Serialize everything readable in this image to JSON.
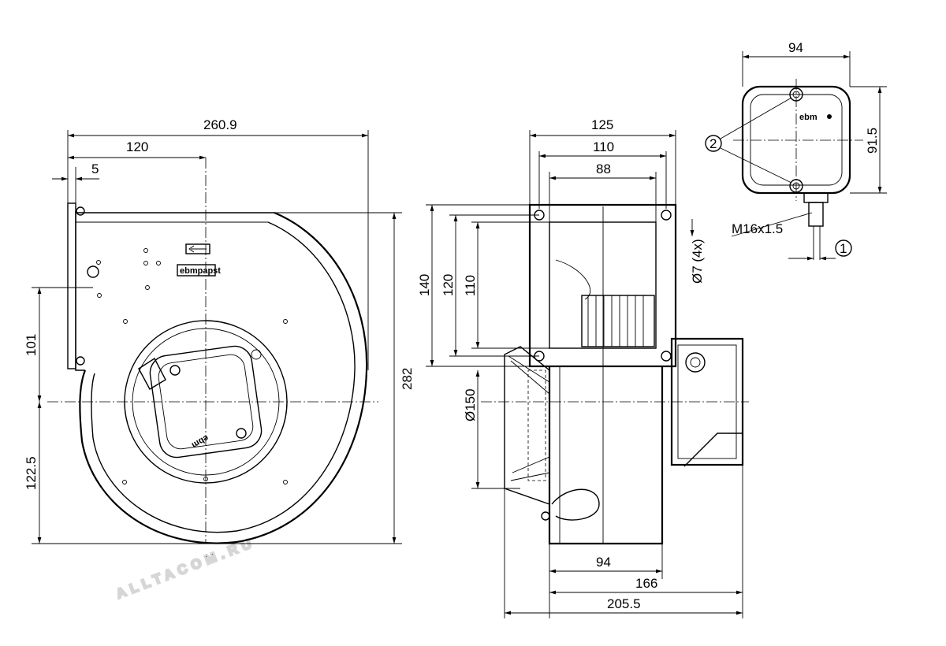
{
  "dimensions": {
    "overall_width": "260.9",
    "center_offset": "120",
    "flange_offset": "5",
    "upper_height": "101",
    "lower_height": "122.5",
    "overall_height": "282",
    "side_width": "125",
    "side_inner_width": "110",
    "side_opening_width": "88",
    "flange_height": "140",
    "flange_inner_height": "120",
    "opening_height": "110",
    "inlet_diameter": "Ø150",
    "hole_spec": "Ø7 (4x)",
    "housing_depth": "94",
    "depth_with_box": "166",
    "total_depth": "205.5",
    "box_width": "94",
    "box_height": "91.5",
    "cable_gland": "M16x1.5"
  },
  "callouts": {
    "item1": "1",
    "item2": "2"
  },
  "labels": {
    "nameplate": "ebmpapst",
    "box_logo": "ebm",
    "motor_logo": "ebm"
  },
  "watermark": "ALLTACOM.RU",
  "colors": {
    "line": "#000000",
    "watermark": "#d8d8d8",
    "background": "#ffffff"
  }
}
